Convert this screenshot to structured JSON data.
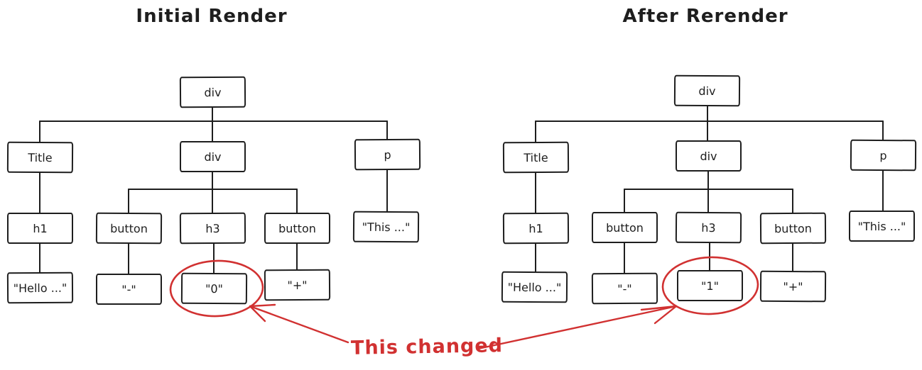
{
  "colors": {
    "ink": "#1e1e1e",
    "accent_red": "#d13131",
    "background": "#ffffff"
  },
  "panels": [
    {
      "title": "Initial Render",
      "nodes": {
        "root": "div",
        "title_el": "Title",
        "div_el": "div",
        "p_el": "p",
        "h1_el": "h1",
        "button_minus": "button",
        "h3_el": "h3",
        "button_plus": "button",
        "p_text": "\"This ...\"",
        "h1_text": "\"Hello ...\"",
        "button_minus_text": "\"-\"",
        "h3_text": "\"0\"",
        "button_plus_text": "\"+\""
      }
    },
    {
      "title": "After Rerender",
      "nodes": {
        "root": "div",
        "title_el": "Title",
        "div_el": "div",
        "p_el": "p",
        "h1_el": "h1",
        "button_minus": "button",
        "h3_el": "h3",
        "button_plus": "button",
        "p_text": "\"This ...\"",
        "h1_text": "\"Hello ...\"",
        "button_minus_text": "\"-\"",
        "h3_text": "\"1\"",
        "button_plus_text": "\"+\""
      }
    }
  ],
  "annotation": {
    "label": "This changed"
  }
}
